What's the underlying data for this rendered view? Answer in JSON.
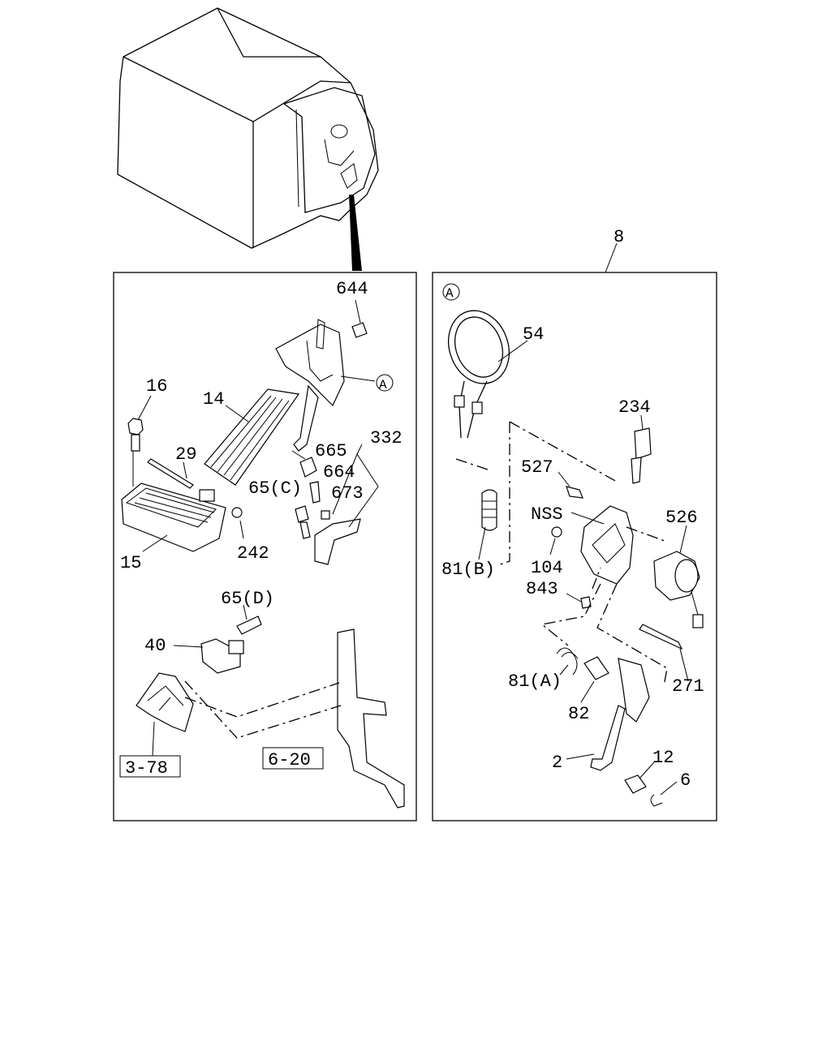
{
  "callouts": {
    "top_marker": "8",
    "left_panel": {
      "p644": "644",
      "p16": "16",
      "p14": "14",
      "p29": "29",
      "p665": "665",
      "p332": "332",
      "p664": "664",
      "p65c": "65(C)",
      "p673": "673",
      "p15": "15",
      "p242": "242",
      "p65d": "65(D)",
      "p40": "40",
      "ref_3_78": "3-78",
      "ref_6_20": "6-20",
      "detail_a": "A"
    },
    "right_panel": {
      "detail_a": "A",
      "p54": "54",
      "p234": "234",
      "p527": "527",
      "pNSS": "NSS",
      "p526": "526",
      "p104": "104",
      "p81b": "81(B)",
      "p843": "843",
      "p81a": "81(A)",
      "p271": "271",
      "p82": "82",
      "p2": "2",
      "p12": "12",
      "p6": "6"
    }
  }
}
